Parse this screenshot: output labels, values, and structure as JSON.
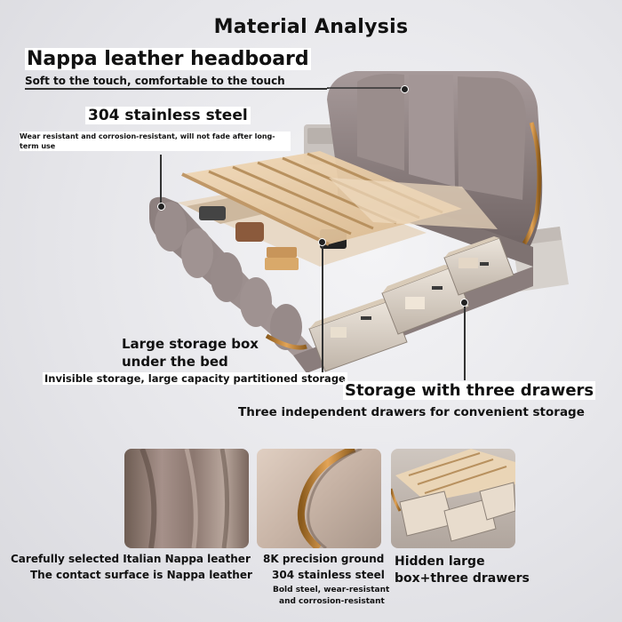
{
  "title": "Material Analysis",
  "callouts": {
    "headboard": {
      "heading": "Nappa leather headboard",
      "detail": "Soft to the touch, comfortable to the touch"
    },
    "steel": {
      "heading": "304 stainless steel",
      "detail": "Wear resistant and corrosion-resistant, will not fade after long-term use"
    },
    "storage_box": {
      "heading_line1": "Large storage box",
      "heading_line2": "under the bed",
      "detail": "Invisible storage, large capacity partitioned storage"
    },
    "drawers": {
      "heading": "Storage with three drawers",
      "detail": "Three independent drawers for convenient storage"
    }
  },
  "thumbnails": [
    {
      "name": "nappa-leather",
      "caption_line1": "Carefully selected Italian Nappa leather",
      "caption_line2": "The contact surface is Nappa leather"
    },
    {
      "name": "stainless-steel",
      "caption_line1": "8K precision ground",
      "caption_line2": "304 stainless steel",
      "detail_line1": "Bold steel, wear-resistant",
      "detail_line2": "and corrosion-resistant"
    },
    {
      "name": "storage",
      "caption_line1": "Hidden large",
      "caption_line2": "box+three drawers"
    }
  ]
}
